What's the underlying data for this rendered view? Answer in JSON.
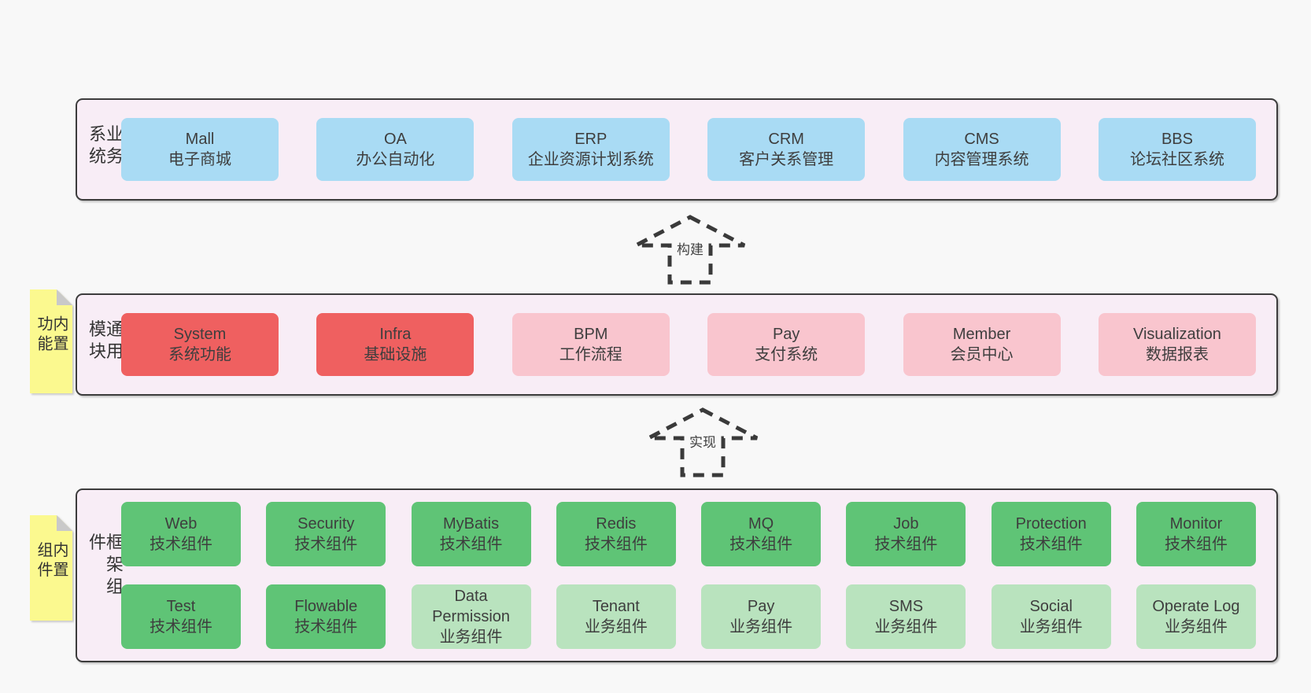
{
  "colors": {
    "page_bg": "#f8f8f8",
    "band_bg": "#f8edf6",
    "band_border": "#3c3c3c",
    "blue_box": "#a9dbf4",
    "red_box": "#ef6060",
    "pink_box": "#f9c5ce",
    "green_box": "#5fc476",
    "light_green_box": "#b9e3be",
    "sticky_yellow": "#fbf98f",
    "sticky_fold_gray": "#c9c9c9",
    "text": "#3e3e3e"
  },
  "arrows": [
    {
      "label": "构建"
    },
    {
      "label": "实现"
    }
  ],
  "bands": [
    {
      "title": "业务系统",
      "boxes": [
        {
          "name": "Mall",
          "desc": "电子商城"
        },
        {
          "name": "OA",
          "desc": "办公自动化"
        },
        {
          "name": "ERP",
          "desc": "企业资源计划系统"
        },
        {
          "name": "CRM",
          "desc": "客户关系管理"
        },
        {
          "name": "CMS",
          "desc": "内容管理系统"
        },
        {
          "name": "BBS",
          "desc": "论坛社区系统"
        }
      ]
    },
    {
      "title": "通用模块",
      "sticky": "内置功能",
      "boxes": [
        {
          "name": "System",
          "desc": "系统功能"
        },
        {
          "name": "Infra",
          "desc": "基础设施"
        },
        {
          "name": "BPM",
          "desc": "工作流程"
        },
        {
          "name": "Pay",
          "desc": "支付系统"
        },
        {
          "name": "Member",
          "desc": "会员中心"
        },
        {
          "name": "Visualization",
          "desc": "数据报表"
        }
      ]
    },
    {
      "title": "框架组件",
      "sticky": "内置组件",
      "row1": [
        {
          "name": "Web",
          "desc": "技术组件"
        },
        {
          "name": "Security",
          "desc": "技术组件"
        },
        {
          "name": "MyBatis",
          "desc": "技术组件"
        },
        {
          "name": "Redis",
          "desc": "技术组件"
        },
        {
          "name": "MQ",
          "desc": "技术组件"
        },
        {
          "name": "Job",
          "desc": "技术组件"
        },
        {
          "name": "Protection",
          "desc": "技术组件"
        },
        {
          "name": "Monitor",
          "desc": "技术组件"
        }
      ],
      "row2": [
        {
          "name": "Test",
          "desc": "技术组件"
        },
        {
          "name": "Flowable",
          "desc": "技术组件"
        },
        {
          "name": "Data Permission",
          "desc": "业务组件"
        },
        {
          "name": "Tenant",
          "desc": "业务组件"
        },
        {
          "name": "Pay",
          "desc": "业务组件"
        },
        {
          "name": "SMS",
          "desc": "业务组件"
        },
        {
          "name": "Social",
          "desc": "业务组件"
        },
        {
          "name": "Operate Log",
          "desc": "业务组件"
        }
      ]
    }
  ]
}
